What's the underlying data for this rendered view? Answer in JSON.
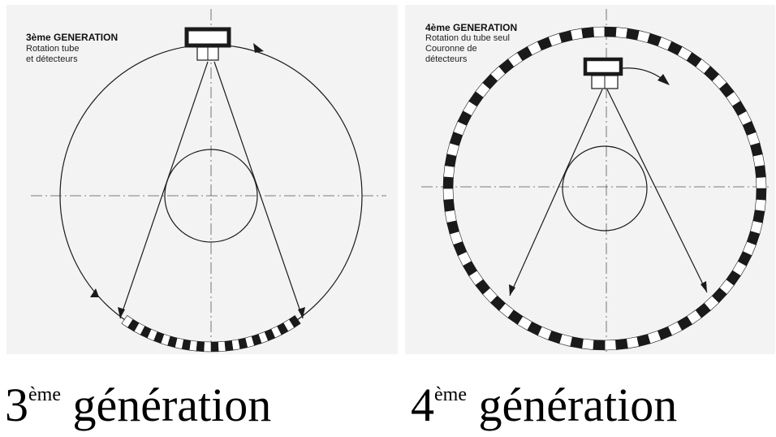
{
  "panels": [
    {
      "title": "3ème GENERATION",
      "subtitle_lines": [
        "Rotation tube",
        "et détecteurs"
      ]
    },
    {
      "title": "4ème GENERATION",
      "subtitle_lines": [
        "Rotation du tube seul",
        "Couronne de",
        "détecteurs"
      ]
    }
  ],
  "captions": [
    {
      "number": "3",
      "superscript": "ème",
      "text": " génération"
    },
    {
      "number": "4",
      "superscript": "ème",
      "text": " génération"
    }
  ],
  "colors": {
    "line": "#1a1a1a",
    "panel_bg": "#f3f3f3",
    "detector_dark": "#1a1a1a",
    "detector_light": "#ffffff"
  }
}
